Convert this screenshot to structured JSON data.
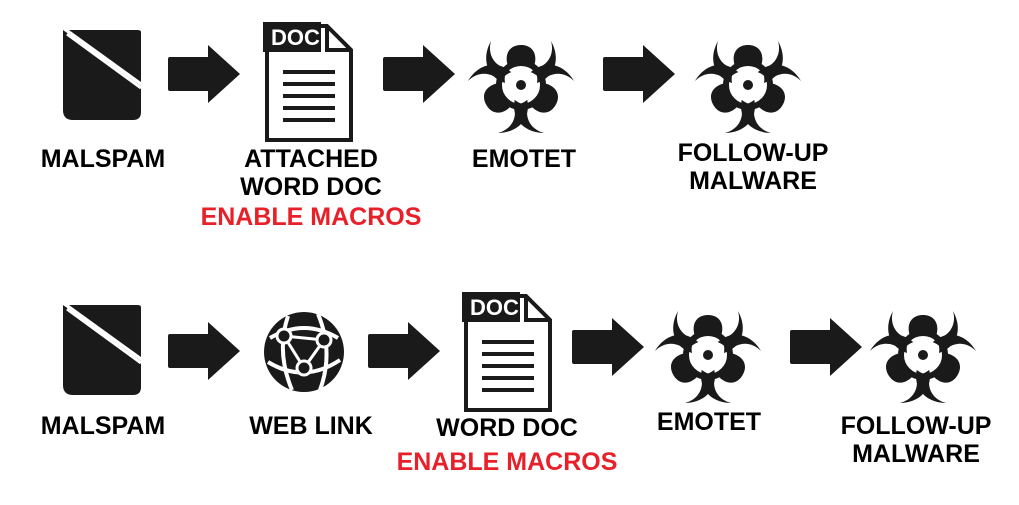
{
  "colors": {
    "ink": "#1a1a1a",
    "accent": "#e8202a",
    "background": "#ffffff"
  },
  "icons": {
    "email": "envelope-icon",
    "document": "doc-file-icon",
    "malware": "biohazard-icon",
    "web": "globe-network-icon",
    "arrow": "arrow-right-icon"
  },
  "row1": {
    "step1": {
      "line1": "MALSPAM"
    },
    "step2": {
      "line1": "ATTACHED",
      "line2": "WORD DOC",
      "warning": "ENABLE MACROS",
      "badge": "DOC"
    },
    "step3": {
      "line1": "EMOTET"
    },
    "step4": {
      "line1": "FOLLOW-UP",
      "line2": "MALWARE"
    }
  },
  "row2": {
    "step1": {
      "line1": "MALSPAM"
    },
    "step2": {
      "line1": "WEB LINK"
    },
    "step3": {
      "line1": "WORD DOC",
      "warning": "ENABLE MACROS",
      "badge": "DOC"
    },
    "step4": {
      "line1": "EMOTET"
    },
    "step5": {
      "line1": "FOLLOW-UP",
      "line2": "MALWARE"
    }
  }
}
